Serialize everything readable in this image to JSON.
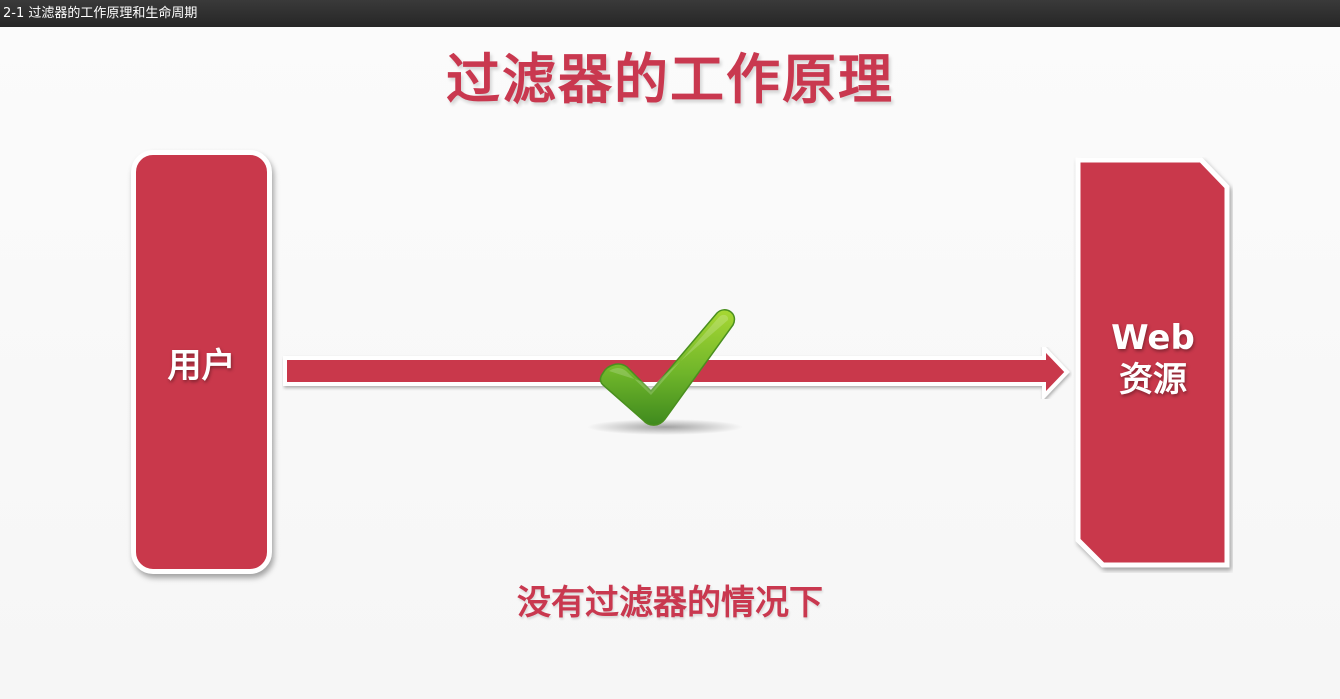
{
  "window": {
    "title": "2-1 过滤器的工作原理和生命周期"
  },
  "slide": {
    "title": "过滤器的工作原理",
    "user_label": "用户",
    "web_label_line1": "Web",
    "web_label_line2": "资源",
    "caption": "没有过滤器的情况下",
    "check_icon": "green-check-icon",
    "arrow_icon": "right-arrow-icon"
  },
  "colors": {
    "accent": "#c9384b",
    "title": "#c9384f",
    "check_green": "#6bb52a",
    "background": "#f8f8f8"
  }
}
